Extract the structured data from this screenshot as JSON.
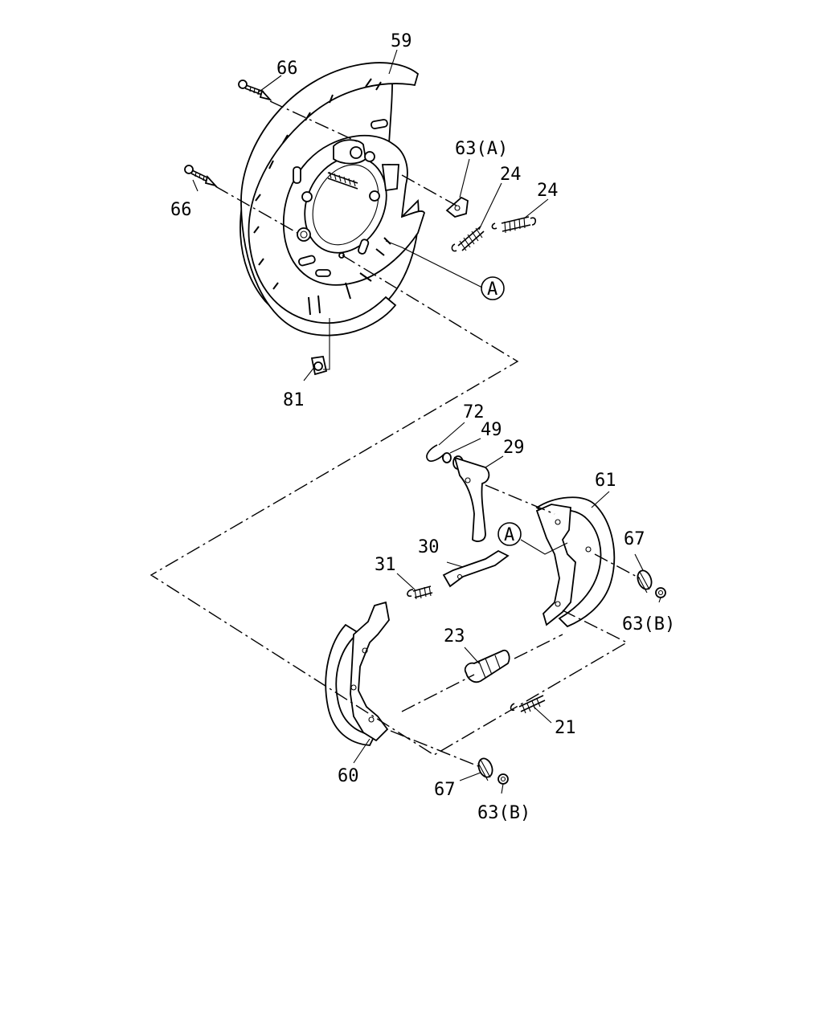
{
  "callouts": {
    "c59": "59",
    "c66a": "66",
    "c66b": "66",
    "c63a": "63(A)",
    "c24a": "24",
    "c24b": "24",
    "cA1": "A",
    "c81": "81",
    "c72": "72",
    "c49": "49",
    "c29": "29",
    "c61": "61",
    "cA2": "A",
    "c30": "30",
    "c67a": "67",
    "c31": "31",
    "c63b1": "63(B)",
    "c23": "23",
    "c21": "21",
    "c60": "60",
    "c67b": "67",
    "c63b2": "63(B)"
  }
}
